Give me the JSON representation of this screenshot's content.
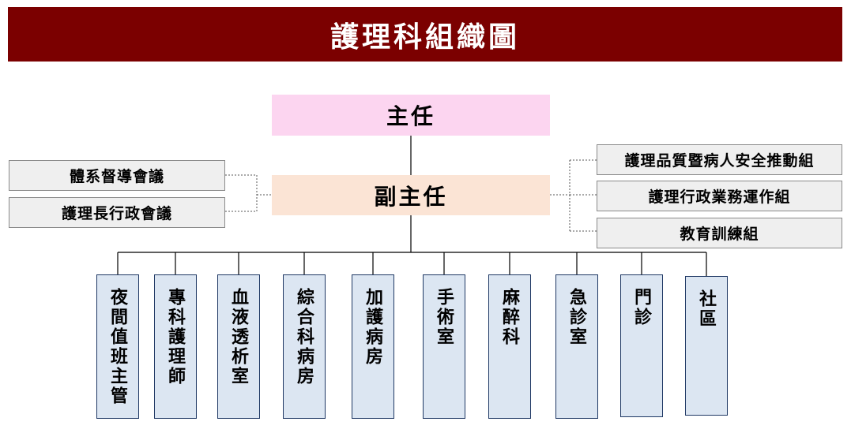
{
  "title": "護理科組織圖",
  "director": "主任",
  "deputy_director": "副主任",
  "left_committees": [
    "體系督導會議",
    "護理長行政會議"
  ],
  "right_groups": [
    "護理品質暨病人安全推動組",
    "護理行政業務運作組",
    "教育訓練組"
  ],
  "units": [
    "夜間值班主管",
    "專科護理師",
    "血液透析室",
    "綜合科病房",
    "加護病房",
    "手術室",
    "麻醉科",
    "急診室",
    "門診",
    "社區"
  ],
  "colors": {
    "title_bar": "#7b0000",
    "director_fill": "#fcd5f0",
    "deputy_fill": "#fbe4d5",
    "side_fill": "#efefef",
    "unit_fill": "#dce6f2",
    "unit_border": "#1f3864"
  }
}
